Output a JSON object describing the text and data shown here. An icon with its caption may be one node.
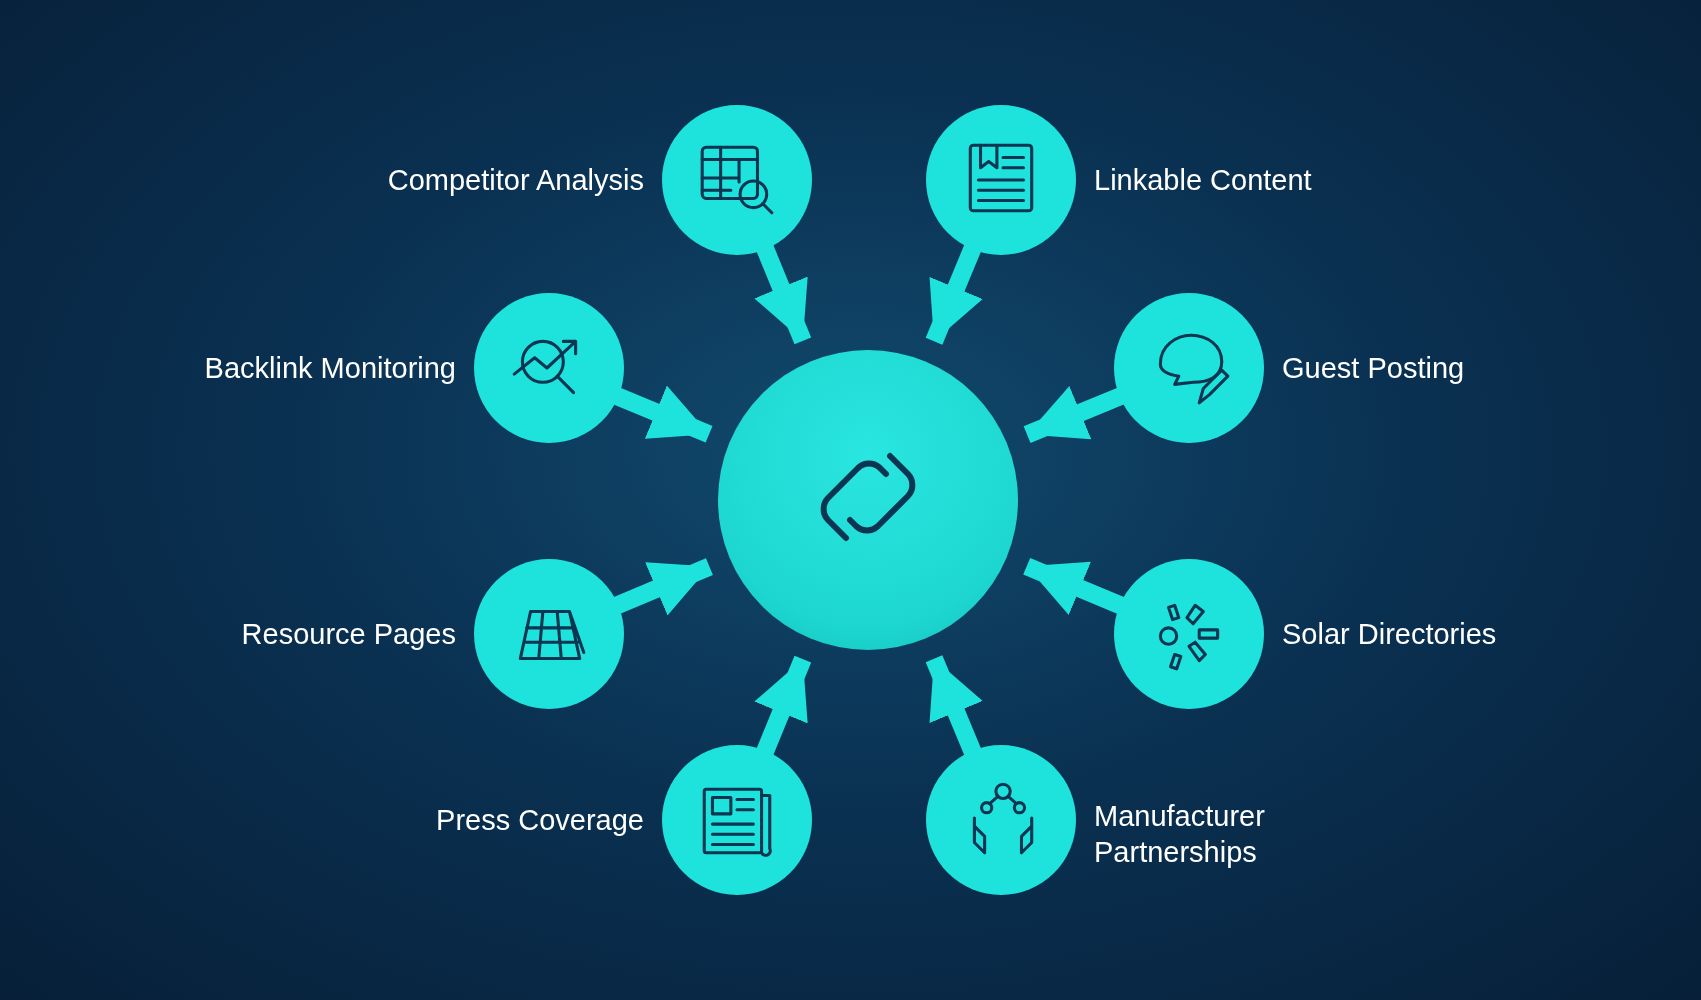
{
  "diagram": {
    "nodes": [
      {
        "text": [],
        "shape": "circle"
      },
      {
        "text": [
          "Competitor Analysis"
        ]
      },
      {
        "text": [
          "Linkable Content"
        ]
      },
      {
        "text": [
          "Backlink Monitoring"
        ]
      },
      {
        "text": [
          "Guest Posting"
        ]
      },
      {
        "text": [
          "Resource Pages"
        ]
      },
      {
        "text": [
          "Solar Directories"
        ]
      },
      {
        "text": [
          "Press Coverage"
        ]
      },
      {
        "text": [
          "Manufacturer Partnerships"
        ]
      }
    ],
    "edges": [
      {
        "from": 1,
        "to": 0,
        "arrow": "to"
      },
      {
        "from": 2,
        "to": 0,
        "arrow": "to"
      },
      {
        "from": 3,
        "to": 0,
        "arrow": "to"
      },
      {
        "from": 4,
        "to": 0,
        "arrow": "to"
      },
      {
        "from": 5,
        "to": 0,
        "arrow": "to"
      },
      {
        "from": 6,
        "to": 0,
        "arrow": "to"
      },
      {
        "from": 7,
        "to": 0,
        "arrow": "to"
      },
      {
        "from": 8,
        "to": 0,
        "arrow": "to"
      }
    ]
  }
}
